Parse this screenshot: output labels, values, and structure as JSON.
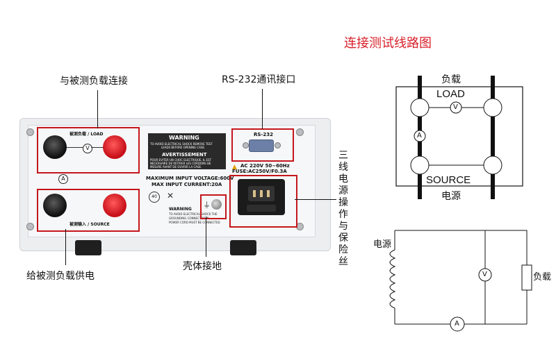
{
  "callouts": {
    "load_connect": "与被测负载连接",
    "rs232_port": "RS-232通讯接口",
    "power_supply": "给被测负载供电",
    "case_ground": "壳体接地",
    "power_fuse": "三线电源操作与保险丝"
  },
  "right": {
    "title": "连接测试线路图",
    "top_diagram": {
      "load_cn": "负载",
      "load_en": "LOAD",
      "source_en": "SOURCE",
      "source_cn": "电源"
    },
    "bottom_diagram": {
      "source_cn": "电源",
      "load_cn": "负载"
    }
  },
  "panel": {
    "load_label": "被测负载 / LOAD",
    "source_label": "被测输入 / SOURCE",
    "rs232": "RS-232",
    "warning": "WARNING",
    "warning_text_1": "TO AVOID ELECTRICAL SHOCK REMOVE TEST",
    "warning_text_2": "LEADS BEFORE OPENING CASE.",
    "avertissement": "AVERTISSEMENT",
    "avert_text_1": "POUR EVITER UN CHOC ELECTRIQUE, IL EST",
    "avert_text_2": "NECESSAIRE DE RETIRER LES CORDONS DE",
    "avert_text_3": "MESURE AVANT DE OUVRIR LA CASE.",
    "max_voltage": "MAXIMUM INPUT VOLTAGE:600V",
    "max_current": "MAX INPUT CURRENT:20A",
    "ac_rating": "AC 220V 50~60Hz",
    "fuse_rating": "FUSE:AC250V/F0.3A",
    "ground_warning": "WARNING",
    "ground_text_1": "TO AVOID ELECTRICAL SHOCK THE",
    "ground_text_2": "GROUNDING CONNECTOR IN",
    "ground_text_3": "POWER CORD MUST BE CONNECTED"
  },
  "meters": {
    "voltmeter": "V",
    "ammeter": "A"
  },
  "colors": {
    "accent_red": "#c4161c",
    "title_red": "#d8202a"
  }
}
